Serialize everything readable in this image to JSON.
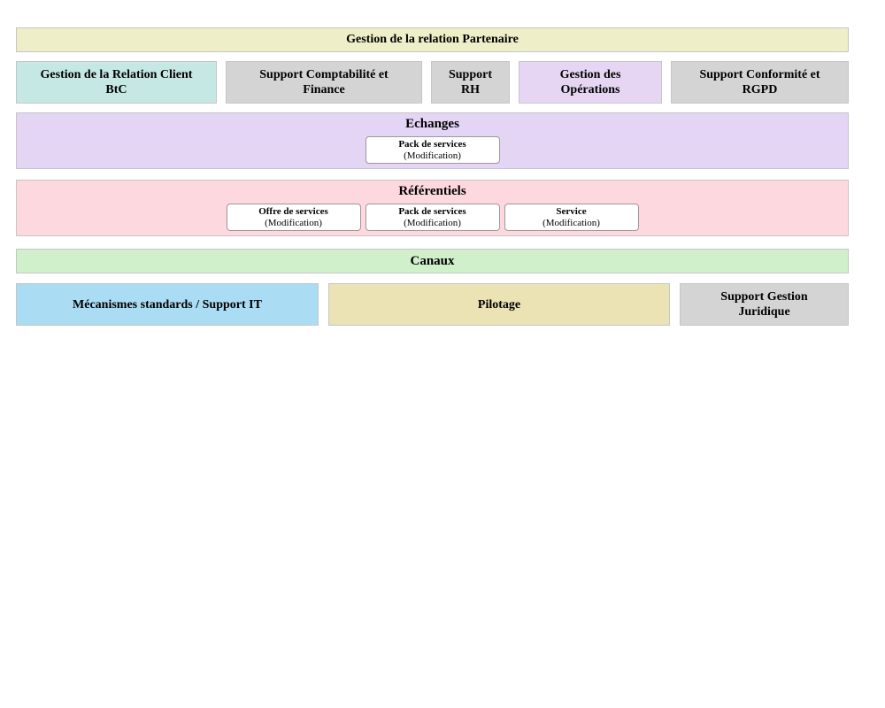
{
  "diagram": {
    "top_band": {
      "label": "Gestion de la relation Partenaire",
      "bg": "#eeeec8"
    },
    "capability_row": [
      {
        "label": "Gestion de la Relation Client\nBtC",
        "bg": "#c6e8e4"
      },
      {
        "label": "Support Comptabilité et\nFinance",
        "bg": "#d4d4d4"
      },
      {
        "label": "Support\nRH",
        "bg": "#d4d4d4"
      },
      {
        "label": "Gestion des\nOpérations",
        "bg": "#e7d6f3"
      },
      {
        "label": "Support Conformité et\nRGPD",
        "bg": "#d4d4d4"
      }
    ],
    "bands": {
      "echanges": {
        "title": "Echanges",
        "bg": "#e4d5f5",
        "boxes": [
          {
            "title": "Pack de services",
            "subtitle": "(Modification)"
          }
        ]
      },
      "referentiels": {
        "title": "Référentiels",
        "bg": "#fed8df",
        "boxes": [
          {
            "title": "Offre de services",
            "subtitle": "(Modification)"
          },
          {
            "title": "Pack de services",
            "subtitle": "(Modification)"
          },
          {
            "title": "Service",
            "subtitle": "(Modification)"
          }
        ]
      },
      "canaux": {
        "title": "Canaux",
        "bg": "#d0f0cc"
      }
    },
    "bottom_row": [
      {
        "label": "Mécanismes standards / Support IT",
        "bg": "#aaddf4"
      },
      {
        "label": "Pilotage",
        "bg": "#ece3b4"
      },
      {
        "label": "Support Gestion\nJuridique",
        "bg": "#d4d4d4"
      }
    ]
  }
}
